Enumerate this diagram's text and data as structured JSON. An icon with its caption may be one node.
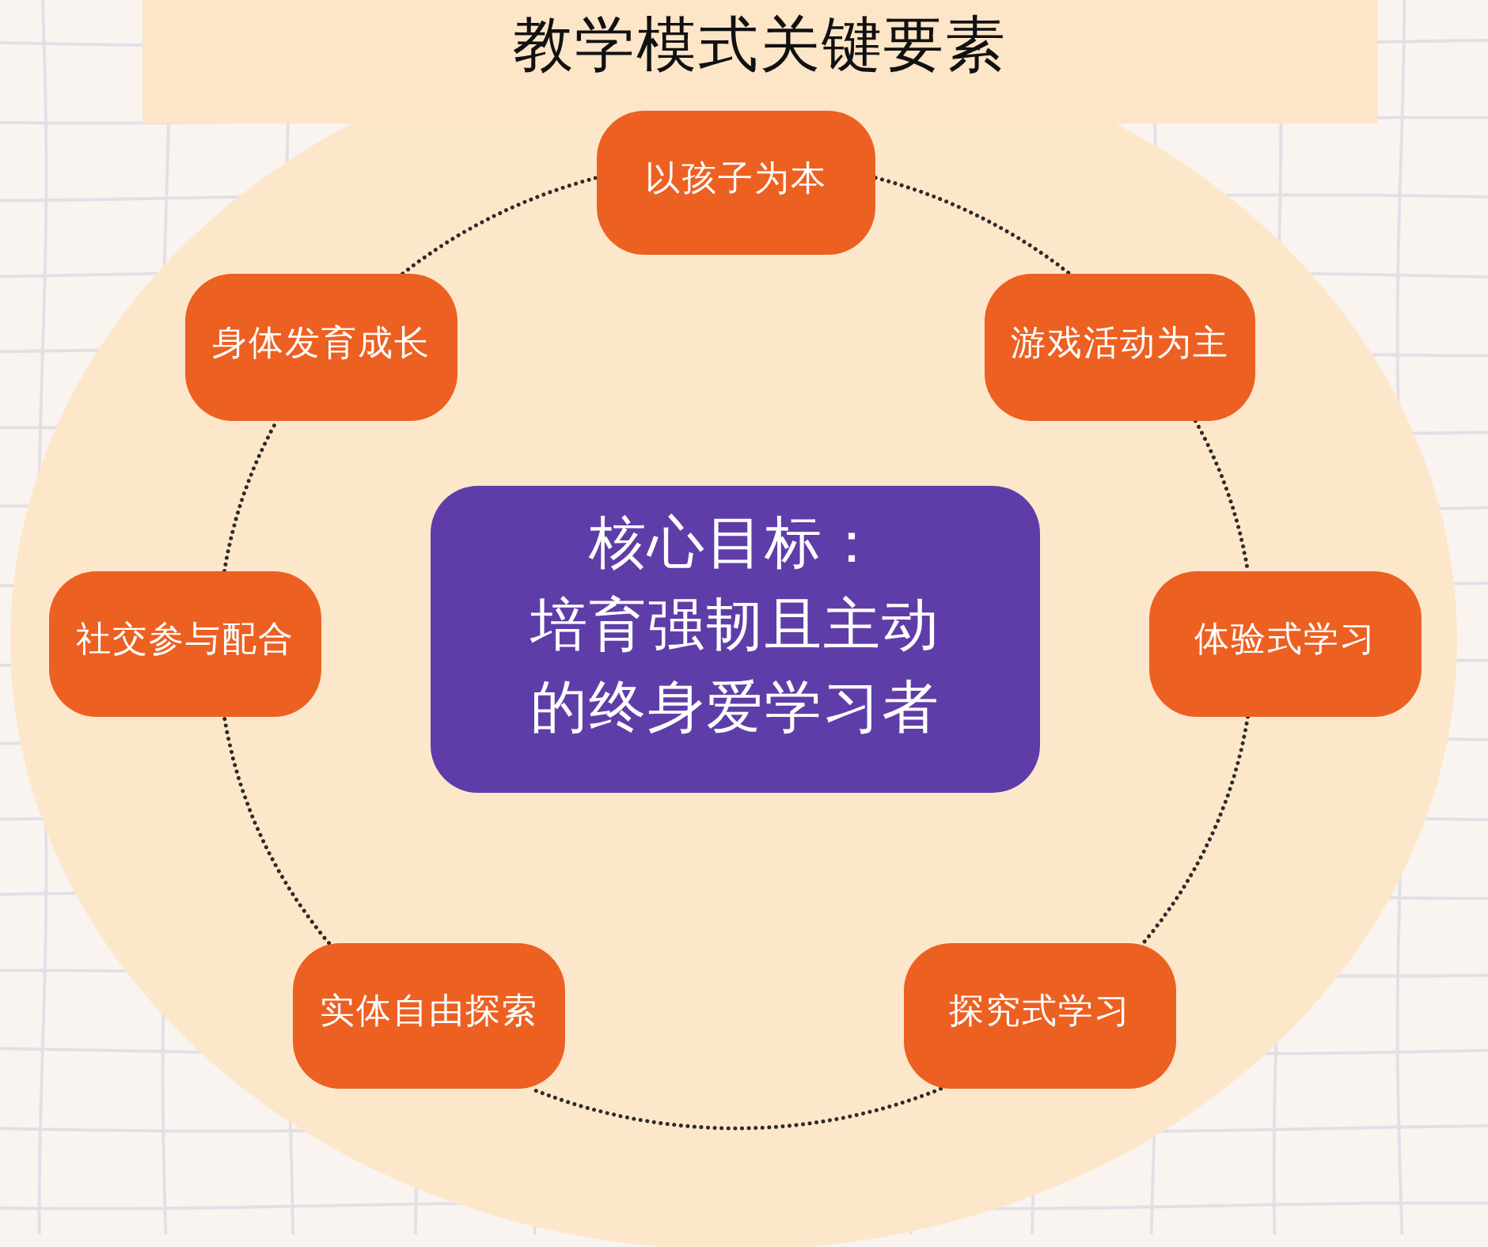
{
  "diagram": {
    "title": "教学模式关键要素",
    "nodes": [
      {
        "text": [
          "以孩子为本"
        ]
      },
      {
        "text": [
          "游戏活动为主"
        ]
      },
      {
        "text": [
          "体验式学习"
        ]
      },
      {
        "text": [
          "探究式学习"
        ]
      },
      {
        "text": [
          "实体自由探索"
        ]
      },
      {
        "text": [
          "社交参与配合"
        ]
      },
      {
        "text": [
          "身体发育成长"
        ]
      },
      {
        "text": [
          "核心目标：",
          "培育强韧且主动的终身爱学习者"
        ]
      }
    ],
    "edges": [
      {
        "from": 0,
        "to": 1,
        "arrow": "none",
        "style": "dashed"
      },
      {
        "from": 1,
        "to": 2,
        "arrow": "none",
        "style": "dashed"
      },
      {
        "from": 2,
        "to": 3,
        "arrow": "none",
        "style": "dashed"
      },
      {
        "from": 3,
        "to": 4,
        "arrow": "none",
        "style": "dashed"
      },
      {
        "from": 4,
        "to": 5,
        "arrow": "none",
        "style": "dashed"
      },
      {
        "from": 5,
        "to": 6,
        "arrow": "none",
        "style": "dashed"
      },
      {
        "from": 6,
        "to": 0,
        "arrow": "none",
        "style": "dashed"
      }
    ]
  }
}
